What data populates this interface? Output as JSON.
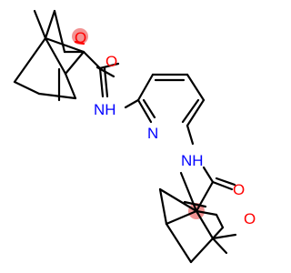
{
  "molecule": {
    "atoms": {
      "o_top": "O",
      "o_amide_top": "O",
      "nh_top": "NH",
      "n_pyridine": "N",
      "nh_bottom": "NH",
      "o_amide_bottom": "O",
      "o_bottom": "O"
    },
    "colors": {
      "carbon": "#000000",
      "oxygen": "#ff0000",
      "nitrogen": "#0000ff",
      "highlight": "#f08080"
    }
  }
}
